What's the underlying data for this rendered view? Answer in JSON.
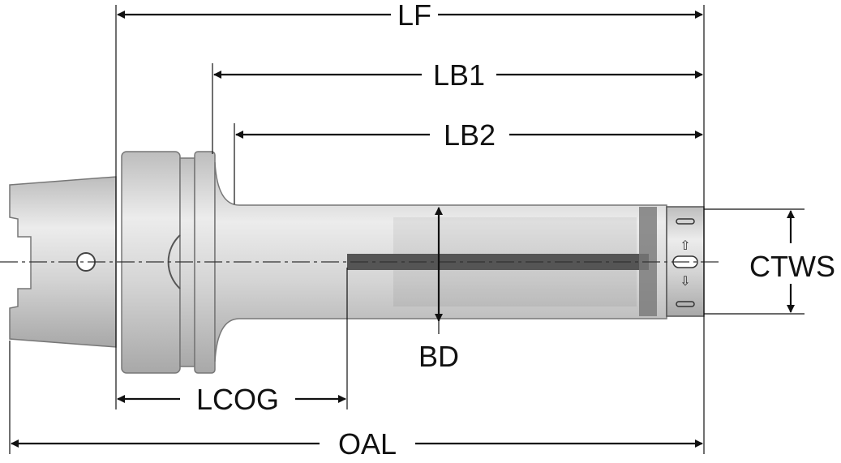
{
  "title": "Tool holder dimension diagram",
  "labels": {
    "lf": "LF",
    "lb1": "LB1",
    "lb2": "LB2",
    "ctws": "CTWS",
    "bd": "BD",
    "lcog": "LCOG",
    "oal": "OAL"
  },
  "colors": {
    "line": "#111111",
    "body_light": "#e2e2e2",
    "body_mid": "#b9b9b9",
    "body_dark": "#555555"
  }
}
